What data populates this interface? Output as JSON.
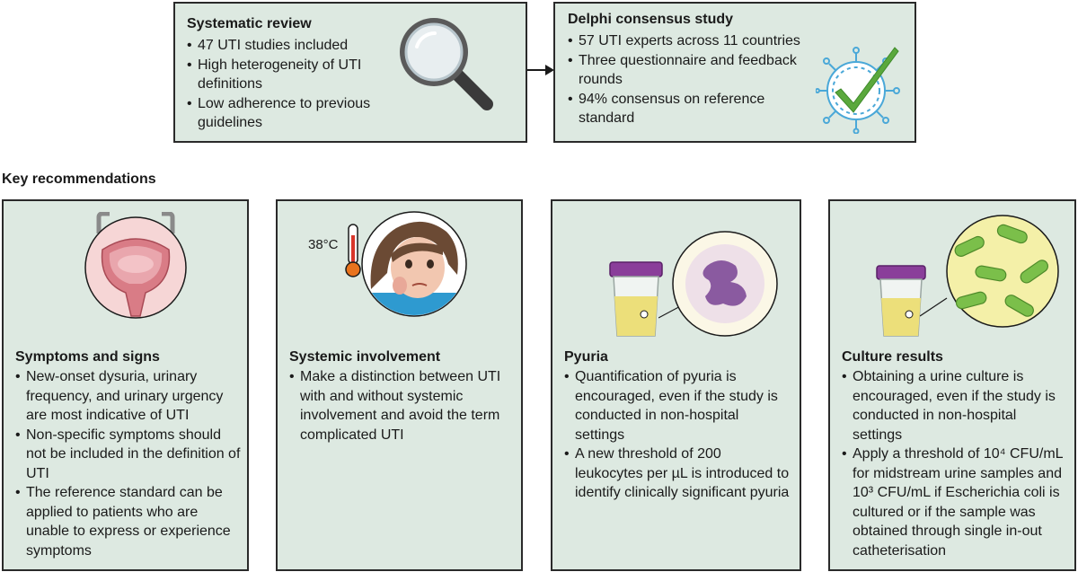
{
  "systematic_review": {
    "title": "Systematic review",
    "items": [
      "47 UTI studies included",
      "High heterogeneity of UTI definitions",
      "Low adherence to previous guidelines"
    ]
  },
  "delphi": {
    "title": "Delphi consensus study",
    "items": [
      "57 UTI experts across 11 countries",
      "Three questionnaire and feedback rounds",
      "94% consensus on reference standard"
    ]
  },
  "key_recommendations": "Key recommendations",
  "symptoms": {
    "title": "Symptoms and signs",
    "items": [
      "New-onset dysuria, urinary frequency, and urinary urgency are most indicative of UTI",
      "Non-specific symptoms should not be included in the definition of UTI",
      "The reference standard can be applied to patients who are unable to express or experience symptoms"
    ]
  },
  "systemic": {
    "title": "Systemic involvement",
    "temperature": "38°C",
    "items": [
      "Make a distinction between UTI with and without systemic involvement and avoid the term complicated UTI"
    ]
  },
  "pyuria": {
    "title": "Pyuria",
    "items": [
      "Quantification of pyuria is encouraged, even if the study is conducted in non-hospital settings",
      "A new threshold of 200 leukocytes per µL is introduced to identify clinically significant pyuria"
    ]
  },
  "culture": {
    "title": "Culture results",
    "items": [
      "Obtaining a urine culture is encouraged, even if the study is conducted in non-hospital settings",
      "Apply a threshold of 10⁴ CFU/mL for midstream urine samples and 10³ CFU/mL if Escherichia coli is cultured or if the sample was obtained through single in-out catheterisation"
    ]
  },
  "colors": {
    "box_fill": "#dde9e1",
    "border": "#2a2a2a",
    "check_green": "#5aa83c",
    "virus_blue": "#4aa8d8"
  },
  "icons": [
    "magnifier-icon",
    "virus-check-icon",
    "bladder-icon",
    "thermometer-icon",
    "patient-icon",
    "urine-cup-icon",
    "leukocyte-icon",
    "bacteria-icon"
  ]
}
